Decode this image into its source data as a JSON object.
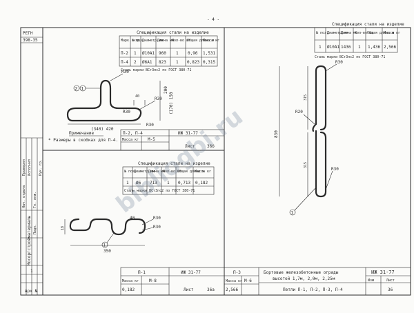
{
  "header": {
    "regnum_label": "РЕГН",
    "regnum": "398-35",
    "page_mark": "- 4 -"
  },
  "spec_title": "Спецификация стали на изделие",
  "spec_headers": [
    "Марк. изд.",
    "№ поз.",
    "Диаметр мм",
    "Длина мм",
    "Кол-во шт",
    "Общая длина м",
    "Масса кг"
  ],
  "spec_headers_short": [
    "№ поз.",
    "Диаметр мм",
    "Длина мм",
    "Кол-во шт",
    "Общая длина м",
    "Масса кг"
  ],
  "spec_p2": {
    "rows": [
      [
        "П-2",
        "1",
        "Ø10А1",
        "960",
        "1",
        "0,96",
        "1,531"
      ],
      [
        "П-4",
        "2",
        "Ø6А1",
        "823",
        "1",
        "0,823",
        "0,315"
      ]
    ],
    "note": "Сталь марки ВСт3пс2 по ГОСТ 380-71"
  },
  "spec_p1": {
    "rows": [
      [
        "1",
        "Ø6",
        "713",
        "1",
        "0,713",
        "0,182"
      ]
    ],
    "note": "Сталь марки ВСт3пс2 по ГОСТ 380-71"
  },
  "spec_p3": {
    "rows": [
      [
        "1",
        "Ø10А1",
        "1436",
        "1",
        "1,436",
        "2,566"
      ]
    ],
    "note": "Сталь марки ВСт3пс2 по ГОСТ 380-71"
  },
  "drawing_p2": {
    "labels": [
      "R30",
      "R30",
      "R30",
      "R30",
      "40",
      "200",
      "(170) 150",
      "(340) 420"
    ],
    "positions": [
      "2",
      "1"
    ],
    "note_title": "Примечание",
    "note_text": "* Размеры в скобках для П-4."
  },
  "drawing_p1": {
    "labels": [
      "R30",
      "R30",
      "40",
      "18",
      "350"
    ],
    "position": "1"
  },
  "drawing_p3": {
    "labels": [
      "R30",
      "R20",
      "R30",
      "315",
      "315",
      "830"
    ],
    "position": "1"
  },
  "stamp_p24": {
    "mark": "П-2, П-4",
    "code": "ИЖ 31-77",
    "mass_label": "Масса кг",
    "mass": "",
    "scale": "М-5",
    "sheet_label": "Лист",
    "sheet": "36б"
  },
  "stamp_p1": {
    "mark": "П-1",
    "code": "ИЖ 31-77",
    "mass_label": "Масса кг",
    "mass": "0,182",
    "scale": "М-8",
    "sheet_label": "Лист",
    "sheet": "36а"
  },
  "stamp_p3": {
    "mark": "П-3",
    "mass_label": "Масса кг",
    "scale_label": "М",
    "mass": "2,566",
    "scale": "М-6",
    "title_1": "Бортовые железобетонные ограды",
    "title_2": "высотой 1,7м, 2,0м, 2,25м",
    "details": "Петли П-1, П-2, П-3, П-4",
    "code": "ИЖ 31-77",
    "sheet_label": "Лист",
    "sheet": "36",
    "izmen": "Изм"
  },
  "left_strip": {
    "inv_label": "Арх №",
    "inv_num": "1",
    "company": "Мосоргстройматериалы",
    "staff": [
      "Гл. инж.",
      "Нач. отдела",
      "Рук. гр.",
      "Проверил",
      "Исполнил"
    ],
    "podp": "Подп."
  },
  "watermark": "bibliogbi.ru"
}
